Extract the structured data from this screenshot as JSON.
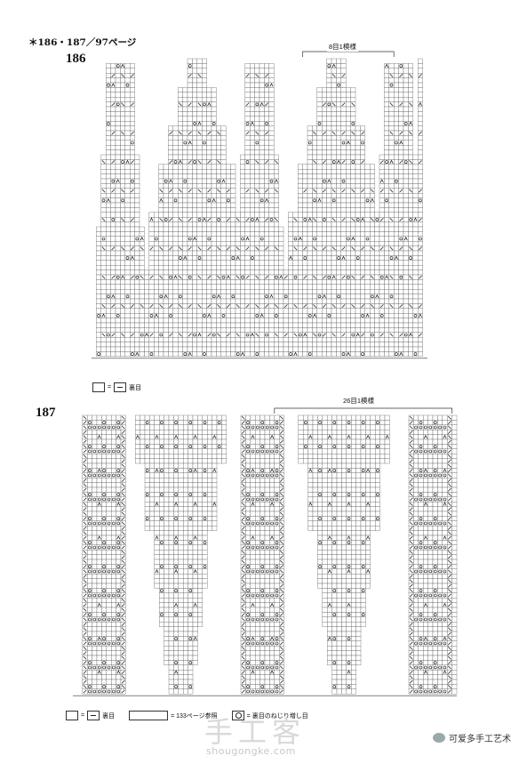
{
  "header": {
    "text": "＊186・187／97ページ"
  },
  "charts": [
    {
      "number": "186",
      "repeat_label": "8目1模様",
      "legend": [
        {
          "symbol": "□ = ー",
          "text": "裏目"
        }
      ]
    },
    {
      "number": "187",
      "repeat_label": "26目1模様",
      "legend": [
        {
          "symbol": "□ = ー",
          "text": "裏目"
        },
        {
          "symbol": "cable",
          "text": "= 133ページ参照"
        },
        {
          "symbol": "twist",
          "text": "= 裏目のねじり増し目"
        }
      ]
    }
  ],
  "watermark": {
    "main": "手工客",
    "url": "shougongke.com"
  },
  "account": {
    "name": "可爱多手工艺术"
  }
}
